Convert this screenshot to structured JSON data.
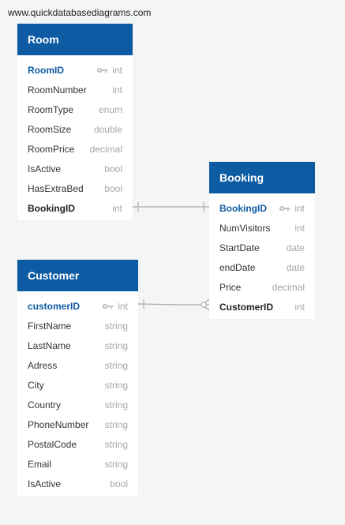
{
  "watermark": "www.quickdatabasediagrams.com",
  "tables": {
    "room": {
      "name": "Room",
      "fields": [
        {
          "name": "RoomID",
          "type": "int"
        },
        {
          "name": "RoomNumber",
          "type": "int"
        },
        {
          "name": "RoomType",
          "type": "enum"
        },
        {
          "name": "RoomSize",
          "type": "double"
        },
        {
          "name": "RoomPrice",
          "type": "decimal"
        },
        {
          "name": "IsActive",
          "type": "bool"
        },
        {
          "name": "HasExtraBed",
          "type": "bool"
        },
        {
          "name": "BookingID",
          "type": "int"
        }
      ]
    },
    "booking": {
      "name": "Booking",
      "fields": [
        {
          "name": "BookingID",
          "type": "int"
        },
        {
          "name": "NumVisitors",
          "type": "int"
        },
        {
          "name": "StartDate",
          "type": "date"
        },
        {
          "name": "endDate",
          "type": "date"
        },
        {
          "name": "Price",
          "type": "decimal"
        },
        {
          "name": "CustomerID",
          "type": "int"
        }
      ]
    },
    "customer": {
      "name": "Customer",
      "fields": [
        {
          "name": "customerID",
          "type": "int"
        },
        {
          "name": "FirstName",
          "type": "string"
        },
        {
          "name": "LastName",
          "type": "string"
        },
        {
          "name": "Adress",
          "type": "string"
        },
        {
          "name": "City",
          "type": "string"
        },
        {
          "name": "Country",
          "type": "string"
        },
        {
          "name": "PhoneNumber",
          "type": "string"
        },
        {
          "name": "PostalCode",
          "type": "string"
        },
        {
          "name": "Email",
          "type": "string"
        },
        {
          "name": "IsActive",
          "type": "bool"
        }
      ]
    }
  },
  "icons": {
    "primary_key": "key-icon"
  },
  "colors": {
    "header": "#0d5ba3",
    "connector": "#aaaaaa"
  }
}
